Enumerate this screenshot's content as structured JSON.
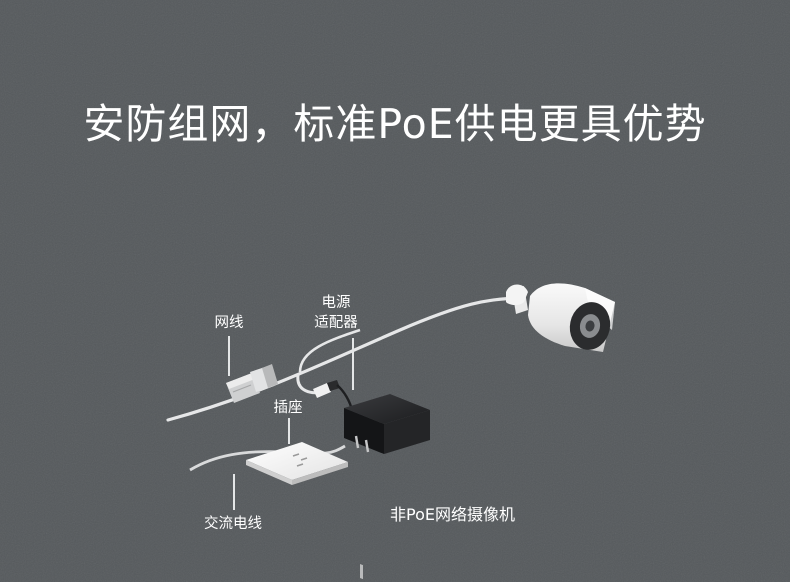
{
  "headline": "安防组网，标准PoE供电更具优势",
  "labels": {
    "network_cable": "网线",
    "adapter_line1": "电源",
    "adapter_line2": "适配器",
    "socket": "插座",
    "ac_cable": "交流电线"
  },
  "caption": "非PoE网络摄像机",
  "colors": {
    "background": "#55595c",
    "text": "#ffffff",
    "cable": "#e8e9ea",
    "adapter": "#1f2022",
    "camera": "#f2f2f2"
  }
}
